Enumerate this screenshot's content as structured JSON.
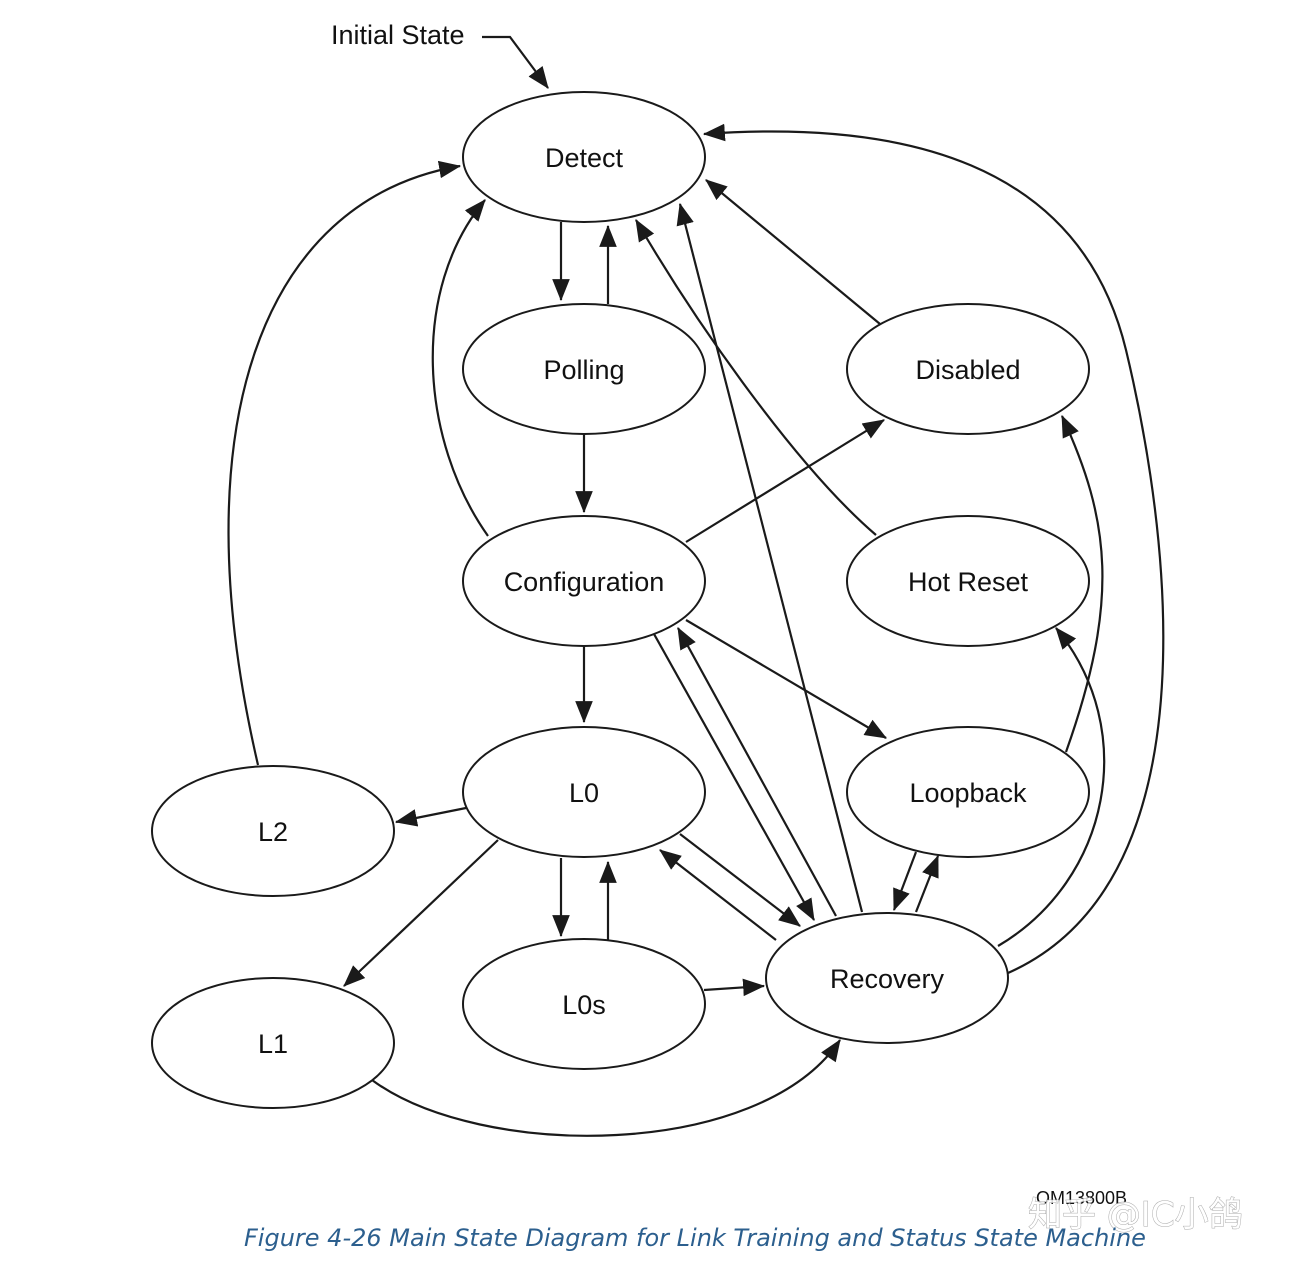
{
  "diagram": {
    "initial_label": "Initial State",
    "figure_code": "OM13800B",
    "states": {
      "detect": "Detect",
      "polling": "Polling",
      "configuration": "Configuration",
      "disabled": "Disabled",
      "hot_reset": "Hot Reset",
      "l0": "L0",
      "l2": "L2",
      "loopback": "Loopback",
      "l0s": "L0s",
      "l1": "L1",
      "recovery": "Recovery"
    },
    "transitions": [
      {
        "from": "Detect",
        "to": "Polling"
      },
      {
        "from": "Polling",
        "to": "Detect"
      },
      {
        "from": "Polling",
        "to": "Configuration"
      },
      {
        "from": "Configuration",
        "to": "Detect"
      },
      {
        "from": "Configuration",
        "to": "Disabled"
      },
      {
        "from": "Configuration",
        "to": "L0"
      },
      {
        "from": "Configuration",
        "to": "Loopback"
      },
      {
        "from": "Configuration",
        "to": "Recovery"
      },
      {
        "from": "Recovery",
        "to": "Configuration"
      },
      {
        "from": "Disabled",
        "to": "Detect"
      },
      {
        "from": "Hot Reset",
        "to": "Detect"
      },
      {
        "from": "Recovery",
        "to": "Detect"
      },
      {
        "from": "L2",
        "to": "Detect"
      },
      {
        "from": "L0",
        "to": "L2"
      },
      {
        "from": "L0",
        "to": "L1"
      },
      {
        "from": "L0",
        "to": "L0s"
      },
      {
        "from": "L0s",
        "to": "L0"
      },
      {
        "from": "L0",
        "to": "Recovery"
      },
      {
        "from": "Recovery",
        "to": "L0"
      },
      {
        "from": "L0s",
        "to": "Recovery"
      },
      {
        "from": "L1",
        "to": "Recovery"
      },
      {
        "from": "Loopback",
        "to": "Recovery"
      },
      {
        "from": "Recovery",
        "to": "Loopback"
      },
      {
        "from": "Loopback",
        "to": "Disabled"
      },
      {
        "from": "Recovery",
        "to": "Hot Reset"
      },
      {
        "from": "Recovery",
        "to": "Detect"
      }
    ]
  },
  "caption": {
    "text": "Figure  4-26  Main State Diagram for Link Training and Status State Machine",
    "color": "#2c5f8e"
  },
  "watermark": {
    "text": "知乎 @IC小鸽"
  }
}
